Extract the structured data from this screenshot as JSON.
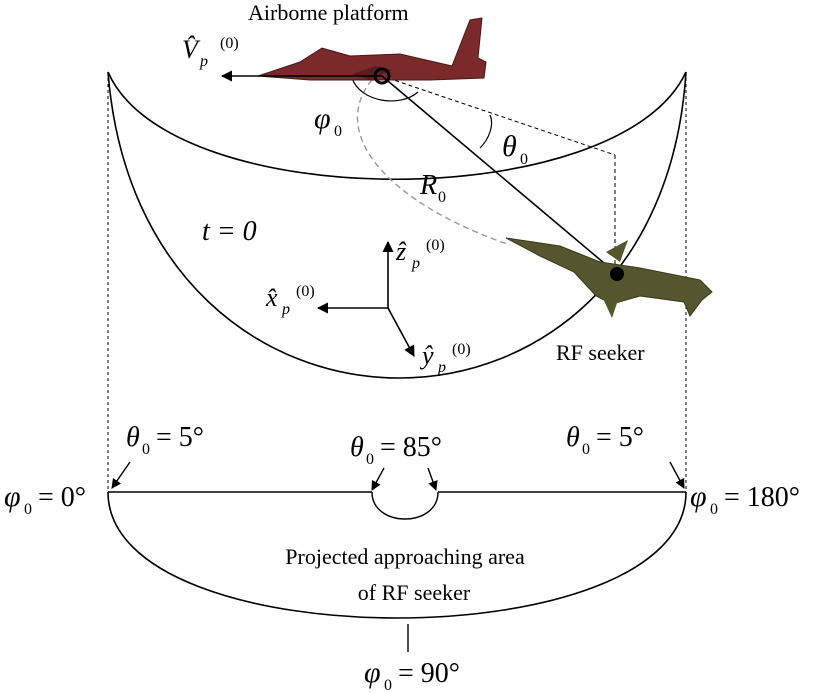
{
  "labels": {
    "platform": "Airborne platform",
    "velocity": "V̂",
    "velocity_sub": "p",
    "velocity_sup": "(0)",
    "phi0_top": "φ",
    "phi0_top_sub": "0",
    "theta0_top": "θ",
    "theta0_top_sub": "0",
    "range": "R",
    "range_sub": "0",
    "time": "t = 0",
    "z_axis": "ẑ",
    "x_axis": "x̂",
    "y_axis": "ŷ",
    "axis_sub": "p",
    "axis_sup": "(0)",
    "seeker": "RF seeker",
    "theta_left": "θ",
    "theta_left_sub": "0",
    "theta_left_val": "= 5°",
    "theta_mid": "θ",
    "theta_mid_sub": "0",
    "theta_mid_val": "= 85°",
    "theta_right": "θ",
    "theta_right_sub": "0",
    "theta_right_val": "= 5°",
    "phi_left": "φ",
    "phi_left_sub": "0",
    "phi_left_val": "= 0°",
    "phi_right": "φ",
    "phi_right_sub": "0",
    "phi_right_val": "= 180°",
    "phi_bottom": "φ",
    "phi_bottom_sub": "0",
    "phi_bottom_val": "= 90°",
    "projected_line1": "Projected approaching area",
    "projected_line2": "of RF seeker"
  },
  "colors": {
    "aircraft": "#7a2a2a",
    "missile": "#55552e",
    "stroke": "#000000",
    "dashed_gray": "#999999"
  }
}
